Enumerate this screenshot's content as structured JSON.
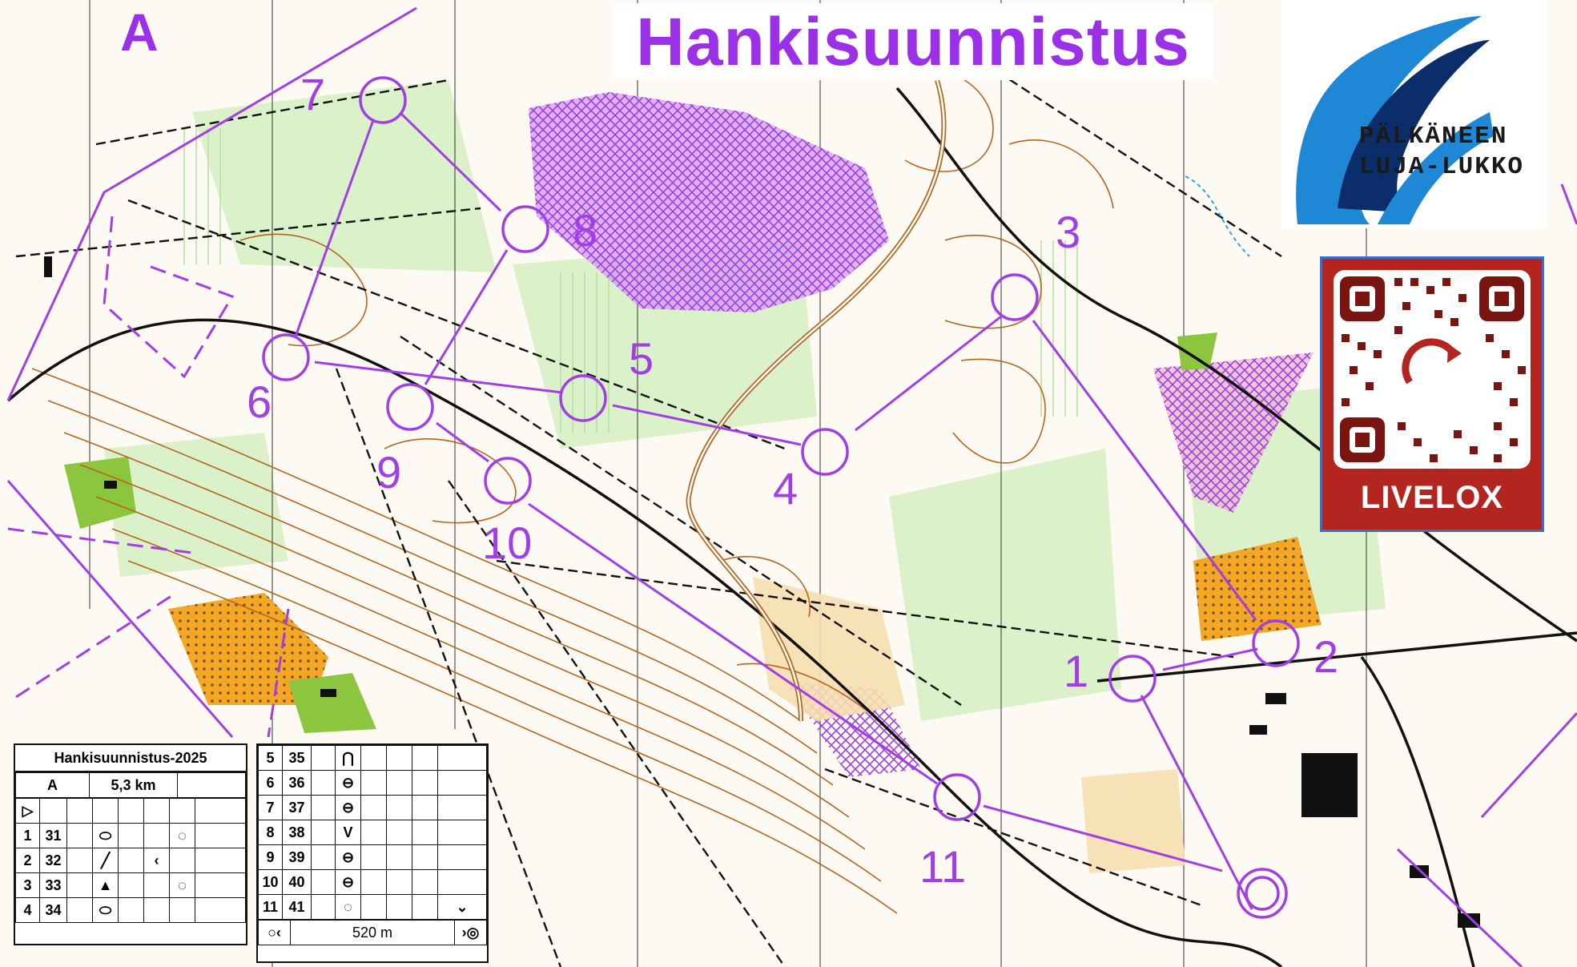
{
  "map": {
    "title": "Hankisuunnistus",
    "course_letter": "A",
    "control_numbers": [
      "1",
      "2",
      "3",
      "4",
      "5",
      "6",
      "7",
      "8",
      "9",
      "10",
      "11"
    ],
    "colors": {
      "course": "#a23ee6",
      "contour": "#b5651d",
      "vegetation": "#7ec850",
      "open_land": "#f5a623",
      "forbidden": "#a040e0"
    }
  },
  "logo": {
    "line1": "PÄLKÄNEEN",
    "line2": "LUJA-LUKKO"
  },
  "qr": {
    "label": "LIVELOX"
  },
  "description_sheet": {
    "event": "Hankisuunnistus-2025",
    "course": "A",
    "length": "5,3 km",
    "final_distance": "520 m",
    "rows": [
      {
        "order": "1",
        "code": "31",
        "feature": "⬭",
        "detail": "",
        "position": "◌"
      },
      {
        "order": "2",
        "code": "32",
        "feature": "╱",
        "detail": "‹",
        "position": ""
      },
      {
        "order": "3",
        "code": "33",
        "feature": "▲",
        "detail": "",
        "position": "◌"
      },
      {
        "order": "4",
        "code": "34",
        "feature": "⬭",
        "detail": "",
        "position": ""
      },
      {
        "order": "5",
        "code": "35",
        "feature": "⋂",
        "detail": "",
        "position": ""
      },
      {
        "order": "6",
        "code": "36",
        "feature": "⊖",
        "detail": "",
        "position": ""
      },
      {
        "order": "7",
        "code": "37",
        "feature": "⊖",
        "detail": "",
        "position": ""
      },
      {
        "order": "8",
        "code": "38",
        "feature": "V",
        "detail": "",
        "position": ""
      },
      {
        "order": "9",
        "code": "39",
        "feature": "⊖",
        "detail": "",
        "position": ""
      },
      {
        "order": "10",
        "code": "40",
        "feature": "⊖",
        "detail": "",
        "position": ""
      },
      {
        "order": "11",
        "code": "41",
        "feature": "◌",
        "detail": "",
        "position": "⌄"
      }
    ]
  }
}
